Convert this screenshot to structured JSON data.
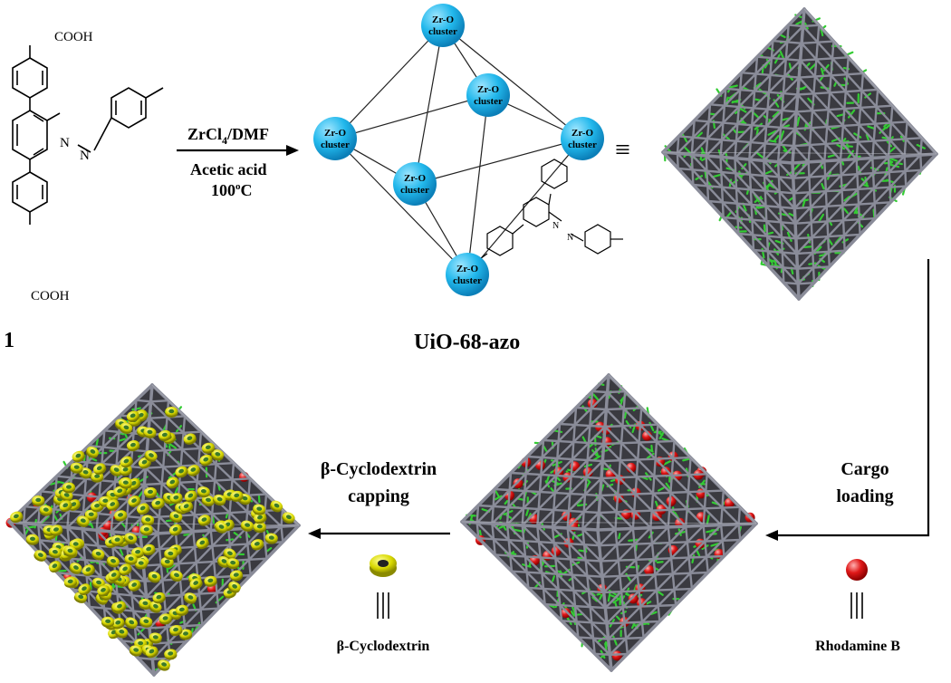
{
  "compound": {
    "top_group": "COOH",
    "bottom_group": "COOH",
    "label": "1"
  },
  "step1": {
    "reagent_main": "ZrCl",
    "reagent_sub": "4",
    "reagent_rest": "/DMF",
    "solvent": "Acetic acid",
    "temp_value": "100",
    "temp_sup": "o",
    "temp_unit": "C"
  },
  "mof": {
    "name": "UiO-68-azo",
    "node_line1": "Zr-O",
    "node_line2": "cluster",
    "equivalence": "≡"
  },
  "step2": {
    "line1": "Cargo",
    "line2": "loading",
    "cargo_name": "Rhodamine B"
  },
  "step3": {
    "line1": "β-Cyclodextrin",
    "line2": "capping",
    "cap_name": "β-Cyclodextrin"
  },
  "colors": {
    "node": "#22b8ec",
    "framework": "#8a8c99",
    "linker": "#33cc33",
    "cargo": "#e01818",
    "cyclodextrin": "#d8d800"
  }
}
